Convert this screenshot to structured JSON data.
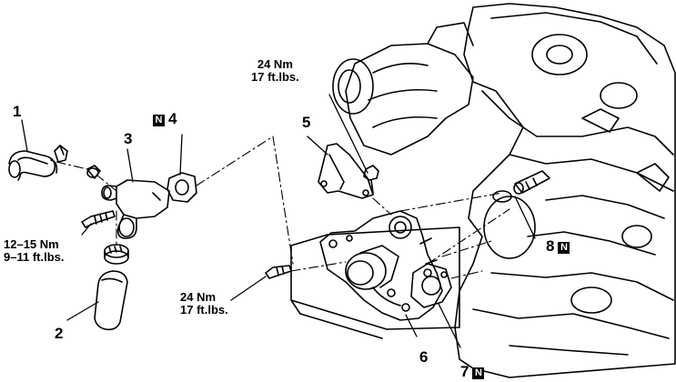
{
  "callouts": {
    "c1": "1",
    "c2": "2",
    "c3": "3",
    "c4": "4",
    "c5": "5",
    "c6": "6",
    "c7": "7",
    "c8": "8"
  },
  "badge": "N",
  "torques": {
    "top_nm": "24 Nm",
    "top_ft": "17 ft.lbs.",
    "left_nm": "12–15 Nm",
    "left_ft": "9–11 ft.lbs.",
    "bottom_nm": "24 Nm",
    "bottom_ft": "17 ft.lbs."
  }
}
